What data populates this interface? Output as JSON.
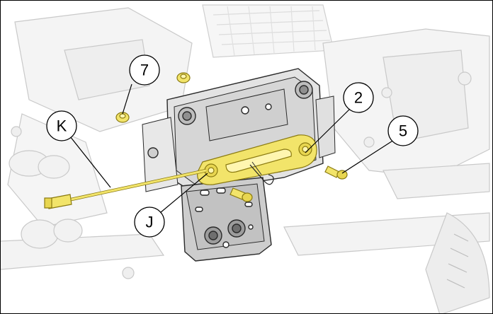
{
  "callouts": {
    "seven": "7",
    "two": "2",
    "five": "5",
    "k": "K",
    "j": "J"
  },
  "colors": {
    "highlight": "#f2e46a",
    "highlight_stroke": "#8a7a10",
    "line_art": "#2a2a2a",
    "shade_light": "#efefef",
    "shade_mid": "#d9d9d9",
    "bracket_dark": "#cfcfcf"
  }
}
